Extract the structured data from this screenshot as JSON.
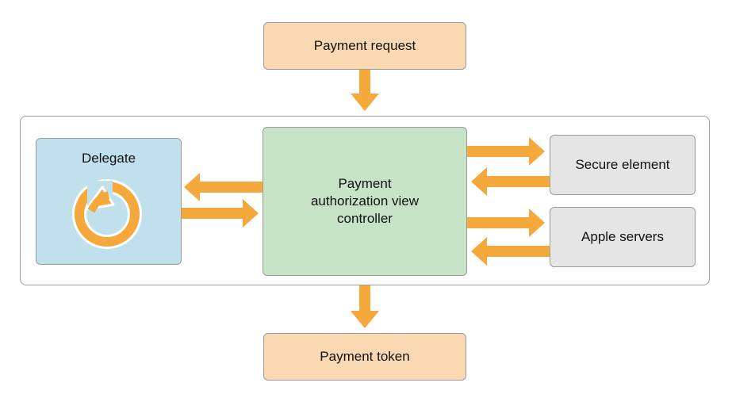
{
  "nodes": {
    "payment_request": "Payment request",
    "delegate": "Delegate",
    "pavc": "Payment authorization view controller",
    "secure_element": "Secure element",
    "apple_servers": "Apple servers",
    "payment_token": "Payment token"
  },
  "colors": {
    "arrow": "#f5a83b",
    "orange_box": "#fad8b2",
    "delegate_box": "#bfe0ec",
    "controller_box": "#c6e3c8",
    "server_box": "#e5e5e5"
  },
  "icons": {
    "delegate_icon": "circular-refresh-icon"
  }
}
